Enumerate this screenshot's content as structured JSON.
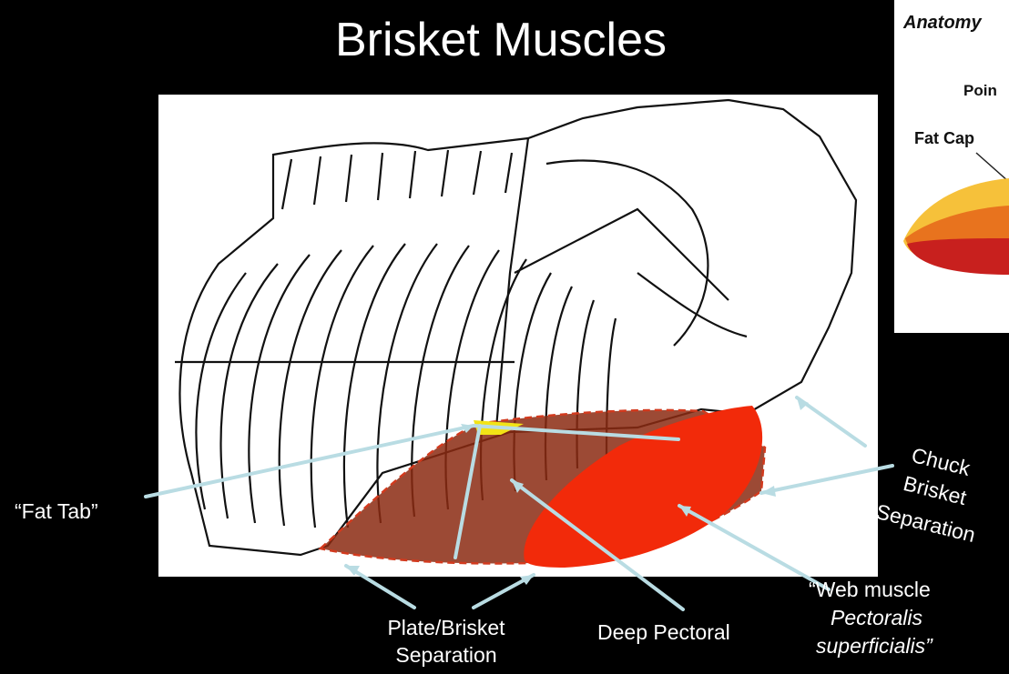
{
  "title": "Brisket Muscles",
  "inset": {
    "title": "Anatomy",
    "subtitle": "Poin",
    "fat_cap_label": "Fat Cap"
  },
  "labels": {
    "fat_tab": "“Fat Tab”",
    "chuck_brisket": [
      "Chuck",
      "Brisket",
      "Separation"
    ],
    "plate_brisket": [
      "Plate/Brisket",
      "Separation"
    ],
    "deep_pectoral": "Deep Pectoral",
    "web_muscle": "“Web muscle",
    "pectoralis": "Pectoralis",
    "superficialis": "superficialis”"
  },
  "colors": {
    "background": "#000000",
    "deep_pectoral_region": "#8B2A12",
    "web_muscle_region": "#F22A0A",
    "fat_tab_region": "#F2E316",
    "pointer_lines": "#B9DCE3",
    "inset_fat": "#F6C13A",
    "inset_mid": "#E8731E",
    "inset_lean": "#C8201E"
  }
}
